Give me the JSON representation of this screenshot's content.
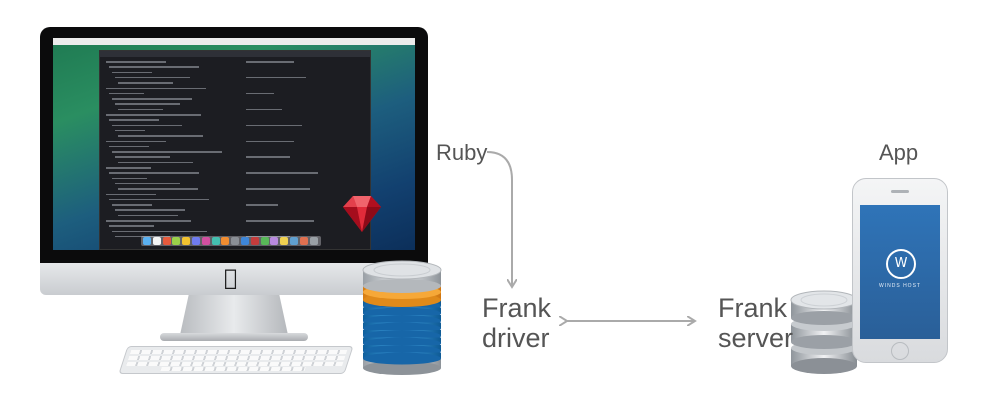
{
  "labels": {
    "ruby": "Ruby",
    "app": "App",
    "frank_driver_line1": "Frank",
    "frank_driver_line2": "driver",
    "frank_server_line1": "Frank",
    "frank_server_line2": "server"
  },
  "phone": {
    "logo_glyph": "W",
    "brand": "WINDS HOST"
  },
  "colors": {
    "label_text": "#555555",
    "arrow": "#aaaaaa",
    "db_silver": "#c7cacd",
    "db_orange": "#f1a32d",
    "db_blue": "#1f7fc2",
    "ruby_red": "#c8182a",
    "phone_screen": "#2f74b8"
  },
  "icons": {
    "computer": "imac-icon",
    "keyboard": "keyboard-icon",
    "ruby": "ruby-gem-icon",
    "driver_db": "database-stack-colored-icon",
    "server_db": "database-stack-silver-icon",
    "phone": "iphone-icon",
    "apple": "apple-logo-icon"
  }
}
